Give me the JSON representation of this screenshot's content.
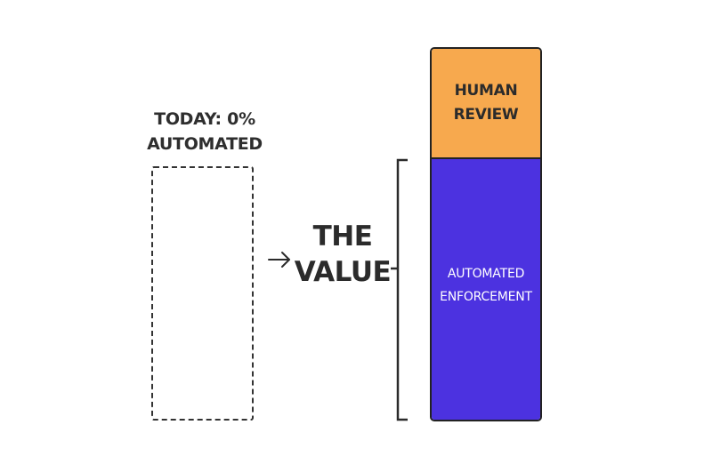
{
  "today": {
    "line1": "TODAY: 0%",
    "line2": "AUTOMATED"
  },
  "arrow_icon": "right-arrow-icon",
  "value_label": {
    "line1": "THE",
    "line2": "VALUE"
  },
  "stack": {
    "human": {
      "line1": "HUMAN",
      "line2": "REVIEW",
      "color": "#f7a94e"
    },
    "automated": {
      "line1": "AUTOMATED",
      "line2": "ENFORCEMENT",
      "color": "#4c32e0"
    }
  }
}
